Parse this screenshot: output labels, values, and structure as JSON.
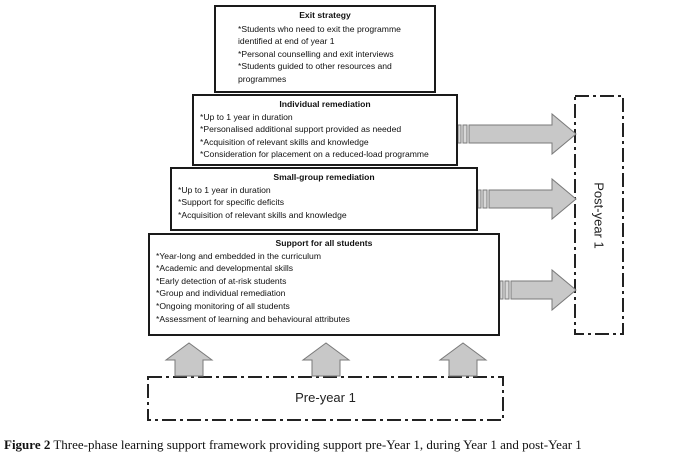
{
  "tiers": {
    "exit": {
      "title": "Exit strategy",
      "items": [
        "*Students who need to exit the programme identified at end of year 1",
        "*Personal counselling and exit interviews",
        "*Students guided to other resources and programmes"
      ]
    },
    "individual": {
      "title": "Individual remediation",
      "items": [
        "*Up to 1 year in duration",
        "*Personalised additional support provided as needed",
        "*Acquisition of relevant skills and knowledge",
        "*Consideration for placement on a reduced-load programme"
      ]
    },
    "small_group": {
      "title": "Small-group remediation",
      "items": [
        "*Up to 1 year in duration",
        "*Support for specific deficits",
        "*Acquisition of relevant skills and knowledge"
      ]
    },
    "all_students": {
      "title": "Support for all students",
      "items": [
        "*Year-long and embedded in the curriculum",
        "*Academic and developmental skills",
        "*Early detection of at-risk students",
        "*Group and individual remediation",
        "*Ongoing monitoring of all students",
        "*Assessment of learning and behavioural attributes"
      ]
    }
  },
  "pre_year": {
    "label": "Pre-year 1"
  },
  "post_year": {
    "label": "Post-year 1"
  },
  "caption": {
    "figure": "Figure 2",
    "text": " Three-phase learning support framework providing support pre-Year 1, during Year 1 and post-Year 1"
  },
  "colors": {
    "arrow_fill": "#c8c8c8",
    "arrow_stroke": "#7a7a7a",
    "box_border": "#1a1a1a"
  }
}
